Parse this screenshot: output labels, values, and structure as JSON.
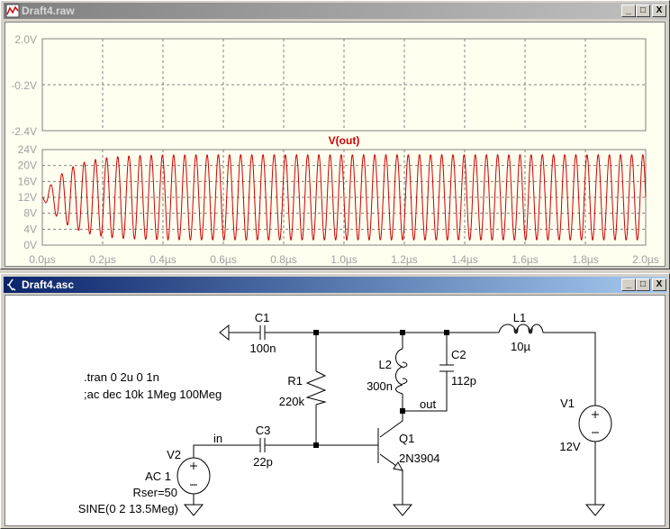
{
  "plot_window": {
    "title": "Draft4.raw",
    "buttons": {
      "minimize": "_",
      "maximize": "□",
      "close": "X"
    },
    "top_pane": {
      "y_ticks": [
        "2.0V",
        "-0.2V",
        "-2.4V"
      ]
    },
    "bottom_pane": {
      "trace_label": "V(out)"
    }
  },
  "schematic_window": {
    "title": "Draft4.asc",
    "buttons": {
      "minimize": "_",
      "maximize": "□",
      "close": "X"
    },
    "directives": [
      ".tran 0 2u 0 1n",
      ";ac dec 10k 1Meg 100Meg"
    ],
    "components": {
      "C1": {
        "name": "C1",
        "value": "100n"
      },
      "R1": {
        "name": "R1",
        "value": "220k"
      },
      "L2": {
        "name": "L2",
        "value": "300n"
      },
      "C2": {
        "name": "C2",
        "value": "112p"
      },
      "L1": {
        "name": "L1",
        "value": "10µ"
      },
      "V1": {
        "name": "V1",
        "value": "12V"
      },
      "Q1": {
        "name": "Q1",
        "value": "2N3904"
      },
      "C3": {
        "name": "C3",
        "value": "22p"
      },
      "V2": {
        "name": "V2",
        "line1": "AC 1",
        "line2": "Rser=50",
        "line3": "SINE(0 2 13.5Meg)"
      }
    },
    "nets": {
      "in": "in",
      "out": "out"
    }
  },
  "colors": {
    "trace": "#cc0000",
    "plot_bg": "#fffff0",
    "grid": "#808080",
    "tick_text": "#a0a0a0"
  },
  "chart_data": {
    "type": "line",
    "title": "V(out)",
    "x_unit": "µs",
    "xlim": [
      0,
      2.0
    ],
    "x_ticks": [
      "0.0µs",
      "0.2µs",
      "0.4µs",
      "0.6µs",
      "0.8µs",
      "1.0µs",
      "1.2µs",
      "1.4µs",
      "1.6µs",
      "1.8µs",
      "2.0µs"
    ],
    "ylim": [
      0,
      24
    ],
    "y_ticks": [
      "0V",
      "4V",
      "8V",
      "12V",
      "16V",
      "20V",
      "24V"
    ],
    "grid": true,
    "series": [
      {
        "name": "V(out)",
        "model": "sine",
        "offset_V": 12,
        "frequency_MHz": 27,
        "steady_amplitude_V": 10.7,
        "rise_time_constant_us": 0.08
      }
    ]
  }
}
